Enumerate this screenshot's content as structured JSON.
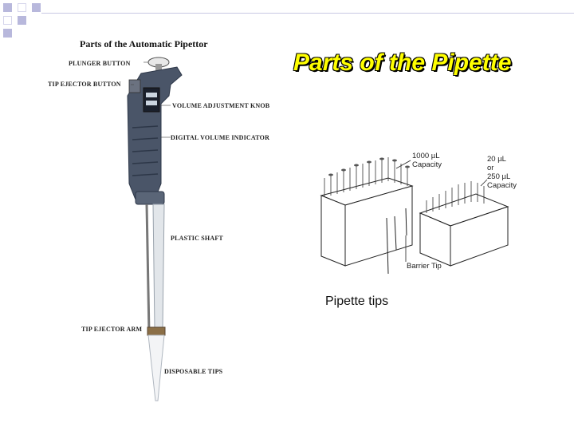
{
  "slide": {
    "title": "Parts of the Pipette"
  },
  "pipettor_figure": {
    "heading": "Parts of the Automatic Pipettor",
    "labels": {
      "plunger_button": "PLUNGER BUTTON",
      "tip_ejector_button": "TIP EJECTOR BUTTON",
      "volume_adjustment_knob": "VOLUME ADJUSTMENT KNOB",
      "digital_volume_indicator": "DIGITAL VOLUME INDICATOR",
      "plastic_shaft": "PLASTIC SHAFT",
      "tip_ejector_arm": "TIP EJECTOR ARM",
      "disposable_tips": "DISPOSABLE TIPS"
    }
  },
  "tips_figure": {
    "label_1000_line1": "1000 µL",
    "label_1000_line2": "Capacity",
    "label_20_line1": "20 µL",
    "label_20_line2": "or",
    "label_20_line3": "250 µL",
    "label_20_line4": "Capacity",
    "barrier_tip": "Barrier Tip",
    "caption": "Pipette tips"
  },
  "colors": {
    "title": "#ffff00",
    "pipette_body": "#4a5568",
    "checker": "#b8b8dc"
  }
}
